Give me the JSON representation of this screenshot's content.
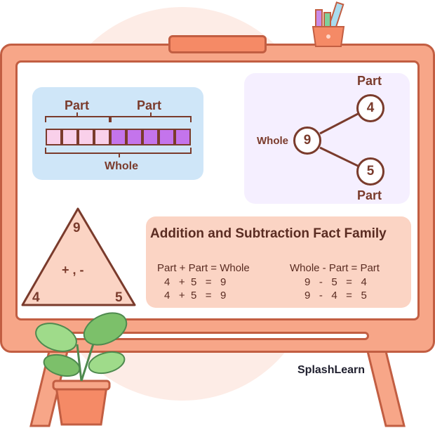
{
  "bar_model": {
    "part_left": "Part",
    "part_right": "Part",
    "whole": "Whole"
  },
  "number_bond": {
    "whole_label": "Whole",
    "whole_value": "9",
    "part_top_label": "Part",
    "part_top_value": "4",
    "part_bottom_label": "Part",
    "part_bottom_value": "5"
  },
  "triangle": {
    "top": "9",
    "middle": "+ , -",
    "left": "4",
    "right": "5"
  },
  "fact_family": {
    "title": "Addition and Subtraction Fact Family",
    "add_header": "Part + Part = Whole",
    "add_rows": [
      "4   +  5   =   9",
      "4   +  5   =   9"
    ],
    "sub_header": "Whole - Part = Part",
    "sub_rows": [
      "9   -   5   =   4",
      "9   -   4   =   5"
    ]
  },
  "brand": "SplashLearn",
  "colors": {
    "board": "#f7a688",
    "outline": "#c25e42",
    "text": "#7a3b2c",
    "blue_panel": "#cfe6f8",
    "purple_panel": "#f5efff",
    "peach_panel": "#fbd4c4",
    "bar_light": "#f9d0ea",
    "bar_dark": "#c474ec"
  }
}
